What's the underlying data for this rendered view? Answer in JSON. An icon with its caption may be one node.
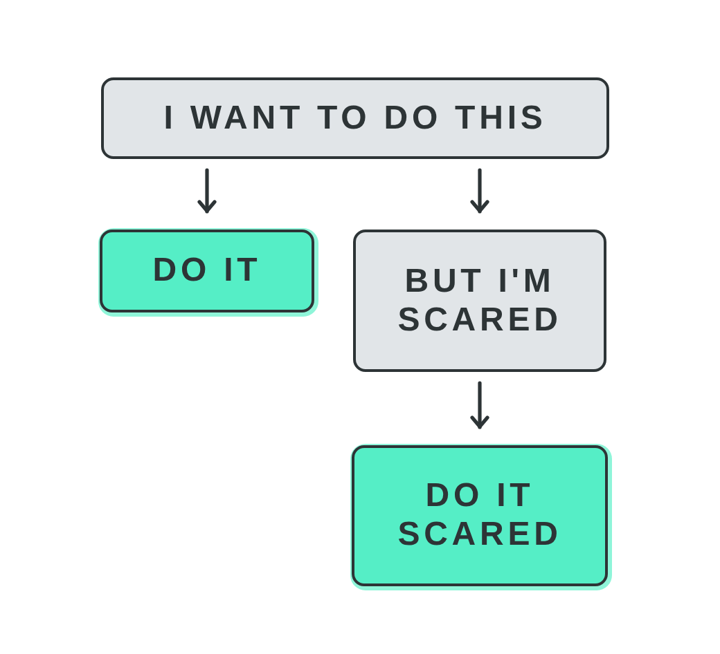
{
  "diagram": {
    "nodes": [
      {
        "text": [
          "I WANT TO DO THIS"
        ]
      },
      {
        "text": [
          "DO IT"
        ]
      },
      {
        "text": [
          "BUT I'M SCARED"
        ]
      },
      {
        "text": [
          "DO IT SCARED"
        ]
      }
    ],
    "edges": [
      {
        "from": 0,
        "to": 1,
        "arrow": "to"
      },
      {
        "from": 0,
        "to": 2,
        "arrow": "to"
      },
      {
        "from": 2,
        "to": 3,
        "arrow": "to"
      }
    ]
  }
}
